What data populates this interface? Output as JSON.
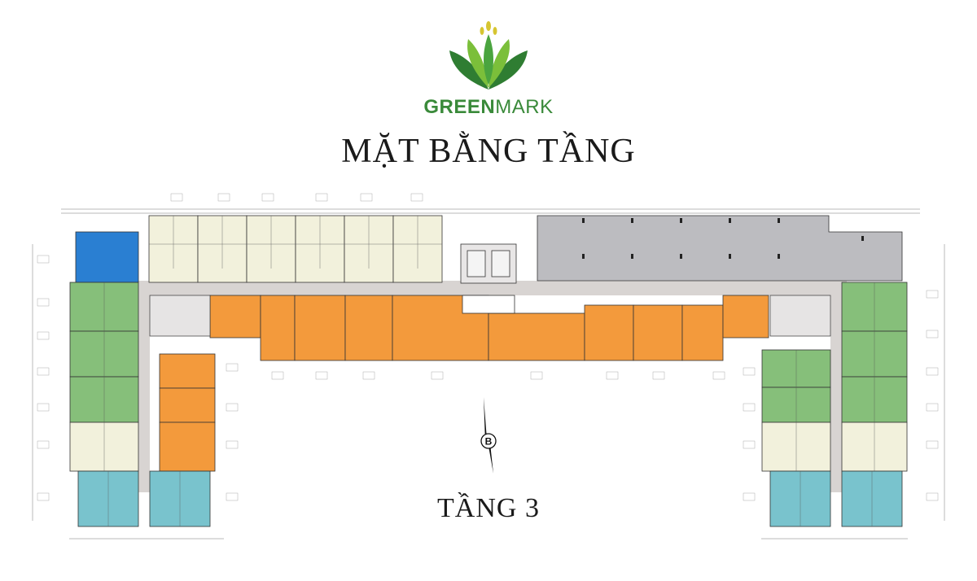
{
  "brand": {
    "part1": "GREEN",
    "part2": "MARK"
  },
  "title": "MẶT BẰNG TẦNG",
  "floor_label": "TẦNG 3",
  "compass_letter": "B",
  "colors": {
    "logo_leaf_dark": "#2f7d32",
    "logo_leaf_light": "#7bbf3a",
    "logo_bud": "#d6c531",
    "retail_orange": "#f39a3c",
    "unit_green": "#86bf7a",
    "unit_blue": "#79c3cd",
    "unit_cream": "#f2f1dc",
    "parking_gray": "#bcbcc0",
    "stair_blue": "#2a7fd2",
    "corridor": "#d8d4d2",
    "wall": "#333333"
  }
}
